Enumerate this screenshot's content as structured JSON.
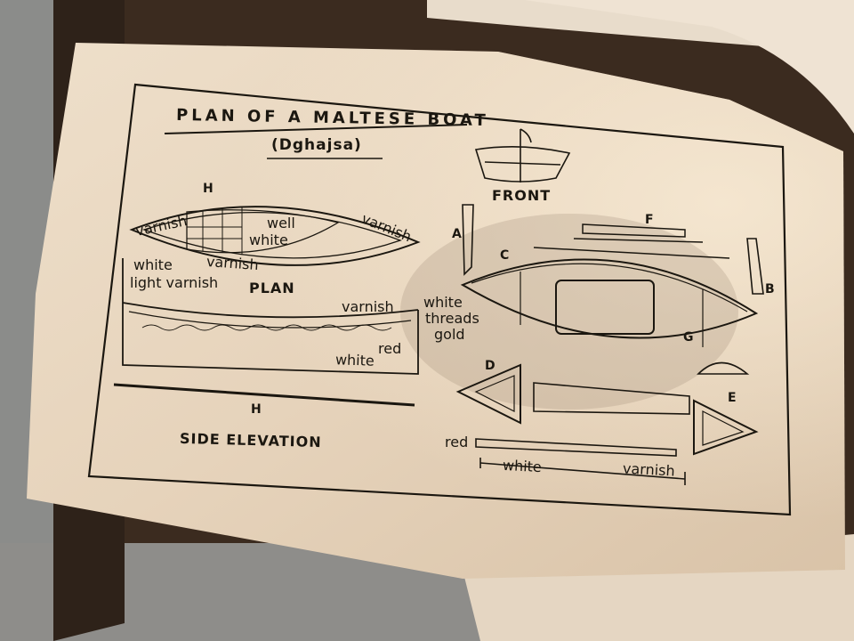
{
  "plan": {
    "title": "PLAN OF A MALTESE BOAT",
    "subtitle": "(Dghajsa)",
    "front": "FRONT",
    "plan_label": "PLAN",
    "side_elevation": "SIDE ELEVATION",
    "letters": {
      "a": "A",
      "b": "B",
      "c": "C",
      "d": "D",
      "e": "E",
      "f": "F",
      "g": "G",
      "h_top": "H",
      "h_bottom": "H"
    },
    "notes": {
      "varnish_left": "varnish",
      "varnish_right": "varnish",
      "varnish_mid": "varnish",
      "well": "well",
      "white_well": "white",
      "white_side": "white",
      "light_varnish": "light varnish",
      "varnish_side": "varnish",
      "white_threads": "white",
      "threads": "threads",
      "gold": "gold",
      "red_side": "red",
      "white_bottom": "white",
      "red_oar": "red",
      "white_oar": "white",
      "varnish_oar": "varnish"
    }
  },
  "colors": {
    "paper": "#e8d6bf",
    "ink": "#1b1710",
    "wood_floor": "#8a8a86",
    "box": "#3a2a1e"
  }
}
